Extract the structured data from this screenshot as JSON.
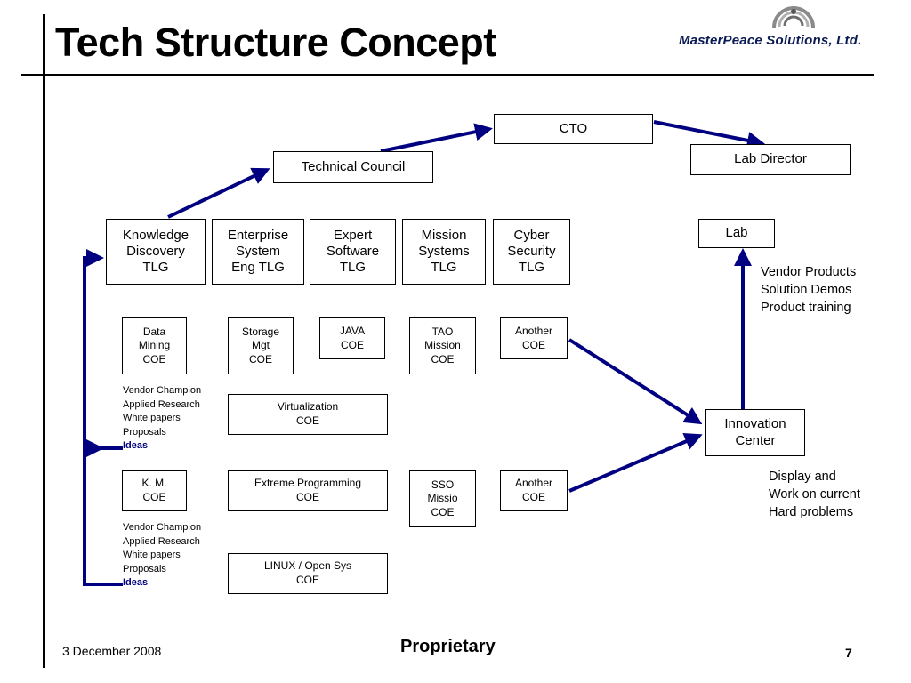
{
  "title": "Tech Structure Concept",
  "company": "MasterPeace Solutions, Ltd.",
  "colors": {
    "arrow": "#000080",
    "ideas": "#000080",
    "company": "#0b1b55"
  },
  "nodes": {
    "cto": "CTO",
    "lab_director": "Lab Director",
    "technical_council": "Technical Council",
    "tlg_knowledge": "Knowledge\nDiscovery\nTLG",
    "tlg_enterprise": "Enterprise\nSystem\nEng TLG",
    "tlg_expert": "Expert\nSoftware\nTLG",
    "tlg_mission": "Mission\nSystems\nTLG",
    "tlg_cyber": "Cyber\nSecurity\nTLG",
    "lab": "Lab",
    "coe_data_mining": "Data\nMining\nCOE",
    "coe_storage": "Storage\nMgt\nCOE",
    "coe_java": "JAVA\nCOE",
    "coe_tao": "TAO\nMission\nCOE",
    "coe_another_1": "Another\nCOE",
    "coe_virtualization": "Virtualization\nCOE",
    "coe_km": "K. M.\nCOE",
    "coe_extreme": "Extreme Programming\nCOE",
    "coe_sso": "SSO\nMissio\nCOE",
    "coe_another_2": "Another\nCOE",
    "coe_linux": "LINUX / Open Sys\nCOE",
    "innovation_center": "Innovation\nCenter"
  },
  "notes": {
    "lab_note": [
      "Vendor Products",
      "Solution Demos",
      "Product training"
    ],
    "innovation_note": [
      "Display and",
      "Work on current",
      "Hard problems"
    ],
    "list_top": [
      "Vendor Champion",
      "Applied Research",
      "White papers",
      "Proposals"
    ],
    "list_top_ideas": "Ideas",
    "list_bottom": [
      "Vendor Champion",
      "Applied Research",
      "White papers",
      "Proposals"
    ],
    "list_bottom_ideas": "Ideas"
  },
  "footer": {
    "date": "3 December 2008",
    "classification": "Proprietary",
    "page_number": "7"
  }
}
